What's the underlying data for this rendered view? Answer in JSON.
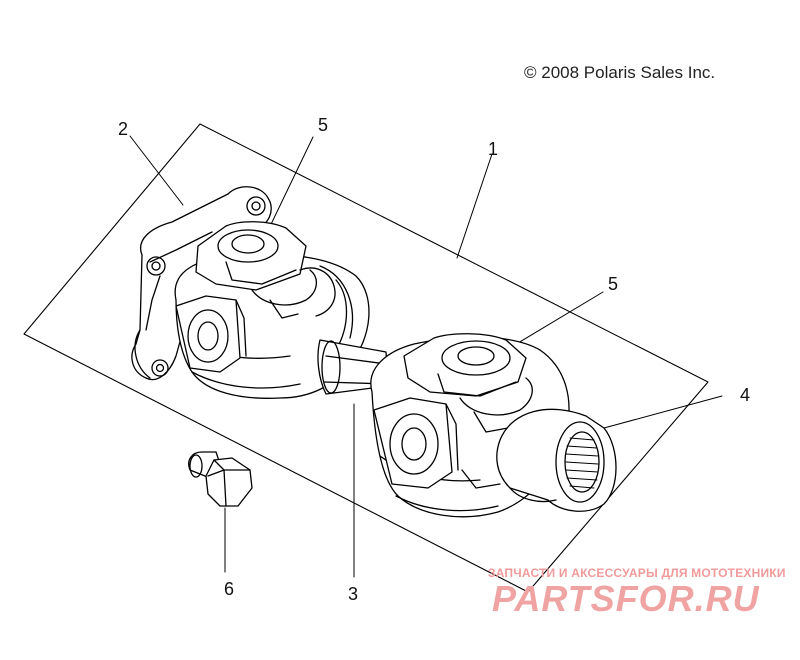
{
  "copyright": "© 2008 Polaris Sales Inc.",
  "callouts": {
    "c1": "1",
    "c2": "2",
    "c3": "3",
    "c4": "4",
    "c5a": "5",
    "c5b": "5",
    "c6": "6"
  },
  "watermark": {
    "caption": "ЗАПЧАСТИ И АКСЕССУАРЫ ДЛЯ МОТОТЕХНИКИ",
    "logo": "PARTSFOR.RU",
    "color": "#f0a3a3"
  }
}
